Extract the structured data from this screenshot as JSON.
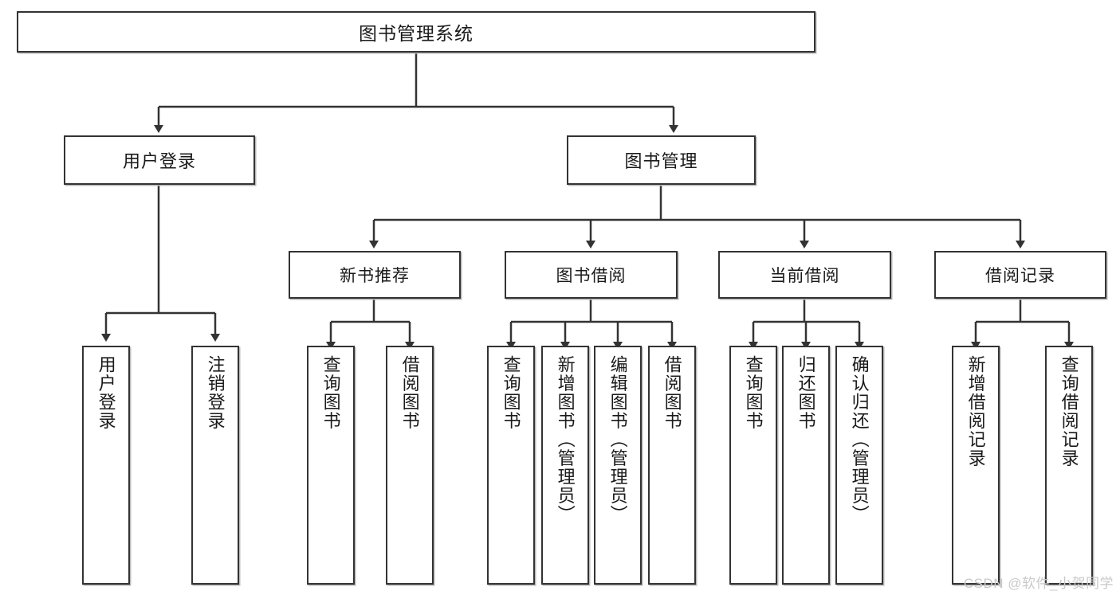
{
  "diagram": {
    "title": "图书管理系统",
    "watermark": "CSDN @软件_小贺同学",
    "stroke_color": "#333333",
    "background_color": "#ffffff",
    "text_color": "#1a1a1a",
    "watermark_color": "#c9c9c9",
    "nodes": {
      "root": {
        "label": "图书管理系统"
      },
      "level1": [
        {
          "label": "用户登录"
        },
        {
          "label": "图书管理"
        }
      ],
      "level2": [
        {
          "label": "新书推荐"
        },
        {
          "label": "图书借阅"
        },
        {
          "label": "当前借阅"
        },
        {
          "label": "借阅记录"
        }
      ],
      "leaves": {
        "user_login": [
          {
            "label": "用户登录"
          },
          {
            "label": "注销登录"
          }
        ],
        "new_book": [
          {
            "label": "查询图书"
          },
          {
            "label": "借阅图书"
          }
        ],
        "book_borrow": [
          {
            "label": "查询图书"
          },
          {
            "label": "新增图书（管理员）"
          },
          {
            "label": "编辑图书（管理员）"
          },
          {
            "label": "借阅图书"
          }
        ],
        "current_borrow": [
          {
            "label": "查询图书"
          },
          {
            "label": "归还图书"
          },
          {
            "label": "确认归还（管理员）"
          }
        ],
        "borrow_record": [
          {
            "label": "新增借阅记录"
          },
          {
            "label": "查询借阅记录"
          }
        ]
      }
    }
  }
}
